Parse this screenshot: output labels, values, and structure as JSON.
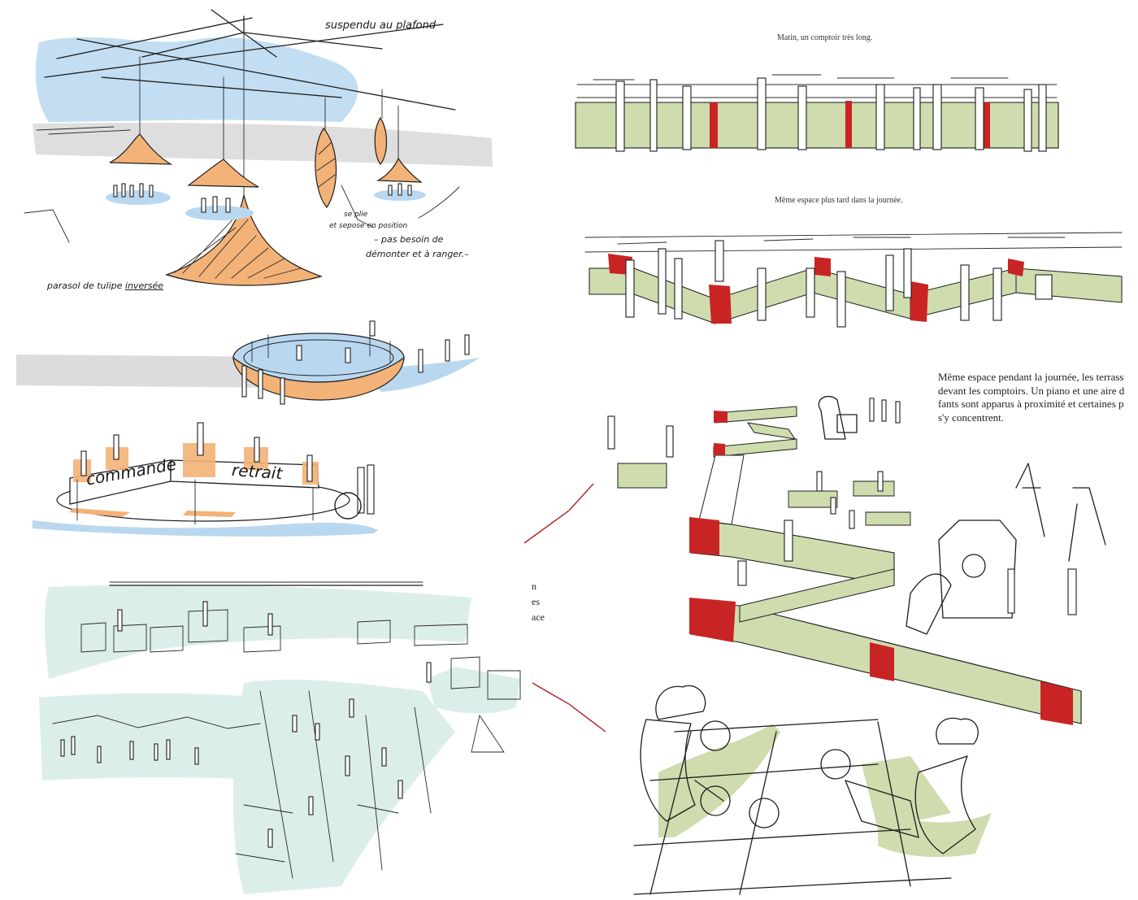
{
  "colors": {
    "sky_blue": "#b9d8f0",
    "floor_grey": "#d6d6d6",
    "canopy_orange": "#f3b277",
    "counter_green": "#cfdcae",
    "mint": "#dceee9",
    "curtain_red": "#c92424",
    "connector_red": "#b51d1d",
    "ink": "#1d1d1d"
  },
  "left_page": {
    "sketch_ceiling": {
      "note_top": "suspendu au plafond",
      "note_fold_1": "se plie",
      "note_fold_2": "et sepose en position",
      "note_fold_3": "– pas besoin de",
      "note_fold_4": "démonter et à ranger.–",
      "note_parasol_1": "parasol de tulipe",
      "note_parasol_2": "inversée"
    },
    "sketch_ring_counter": {
      "label_left": "commande",
      "label_right": "retrait"
    }
  },
  "gutter": {
    "fragment_1": "n",
    "fragment_2": "es",
    "fragment_3": "ace"
  },
  "right_page": {
    "caption_morning": "Matin, un comptoir très long.",
    "caption_later": "Même  espace plus tard dans la journée.",
    "paragraph_lines": [
      "Même espace pendant la journée, les terrass",
      "devant les comptoirs. Un piano et une aire d",
      "fants sont apparus à proximité et certaines p",
      "s'y concentrent."
    ]
  }
}
